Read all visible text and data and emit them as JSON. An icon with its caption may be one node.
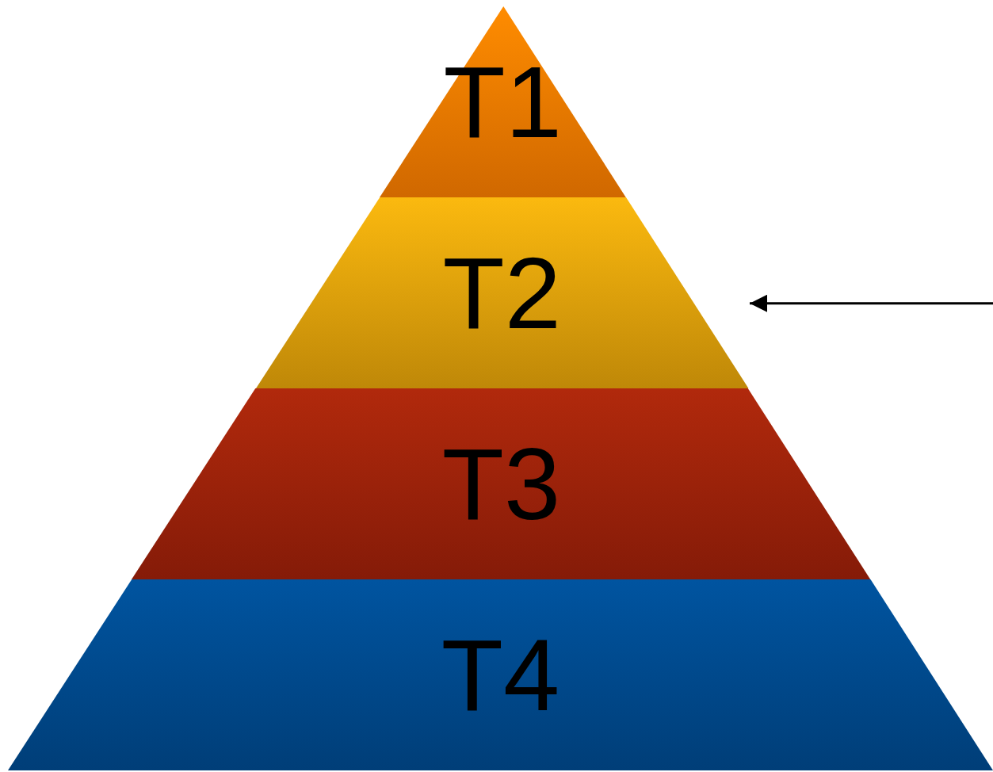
{
  "diagram": {
    "nodes": [
      {
        "text": [
          "T1"
        ]
      },
      {
        "text": [
          "T2"
        ]
      },
      {
        "text": [
          "T3"
        ]
      },
      {
        "text": [
          "T4"
        ]
      }
    ],
    "edges": [
      {
        "from": null,
        "to": 1,
        "arrow": "to"
      }
    ]
  }
}
